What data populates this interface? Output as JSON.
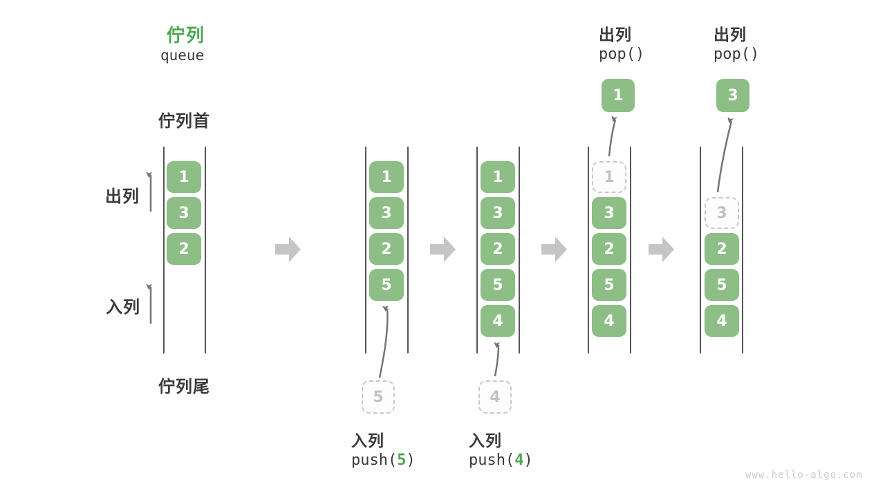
{
  "title": {
    "zh": "佇列",
    "en": "queue"
  },
  "side_labels": {
    "front": "佇列首",
    "rear": "佇列尾",
    "dequeue": "出列",
    "enqueue": "入列"
  },
  "columns": [
    {
      "slot1": "1",
      "slot2": "3",
      "slot3": "2"
    },
    {
      "slot1": "1",
      "slot2": "3",
      "slot3": "2",
      "slot4": "5",
      "staged": "5"
    },
    {
      "slot1": "1",
      "slot2": "3",
      "slot3": "2",
      "slot4": "5",
      "slot5": "4",
      "staged": "4"
    },
    {
      "slot1": "1",
      "slot2": "3",
      "slot3": "2",
      "slot4": "5",
      "slot5": "4",
      "popped": "1"
    },
    {
      "slot2": "3",
      "slot3": "2",
      "slot4": "5",
      "slot5": "4",
      "popped": "3"
    }
  ],
  "ops": {
    "push5": {
      "label": "入列",
      "fn": "push(",
      "arg": "5",
      "close": ")"
    },
    "push4": {
      "label": "入列",
      "fn": "push(",
      "arg": "4",
      "close": ")"
    },
    "pop1": {
      "label": "出列",
      "fn": "pop()"
    },
    "pop2": {
      "label": "出列",
      "fn": "pop()"
    }
  },
  "watermark": "www.hello-algo.com",
  "colors": {
    "accent_green": "#4ca853",
    "box_green": "#8cbe86",
    "rail_gray": "#555555",
    "block_arrow_gray": "#c5c5c5",
    "thin_arrow_gray": "#757575",
    "dashed_gray": "#c9c9c9"
  }
}
